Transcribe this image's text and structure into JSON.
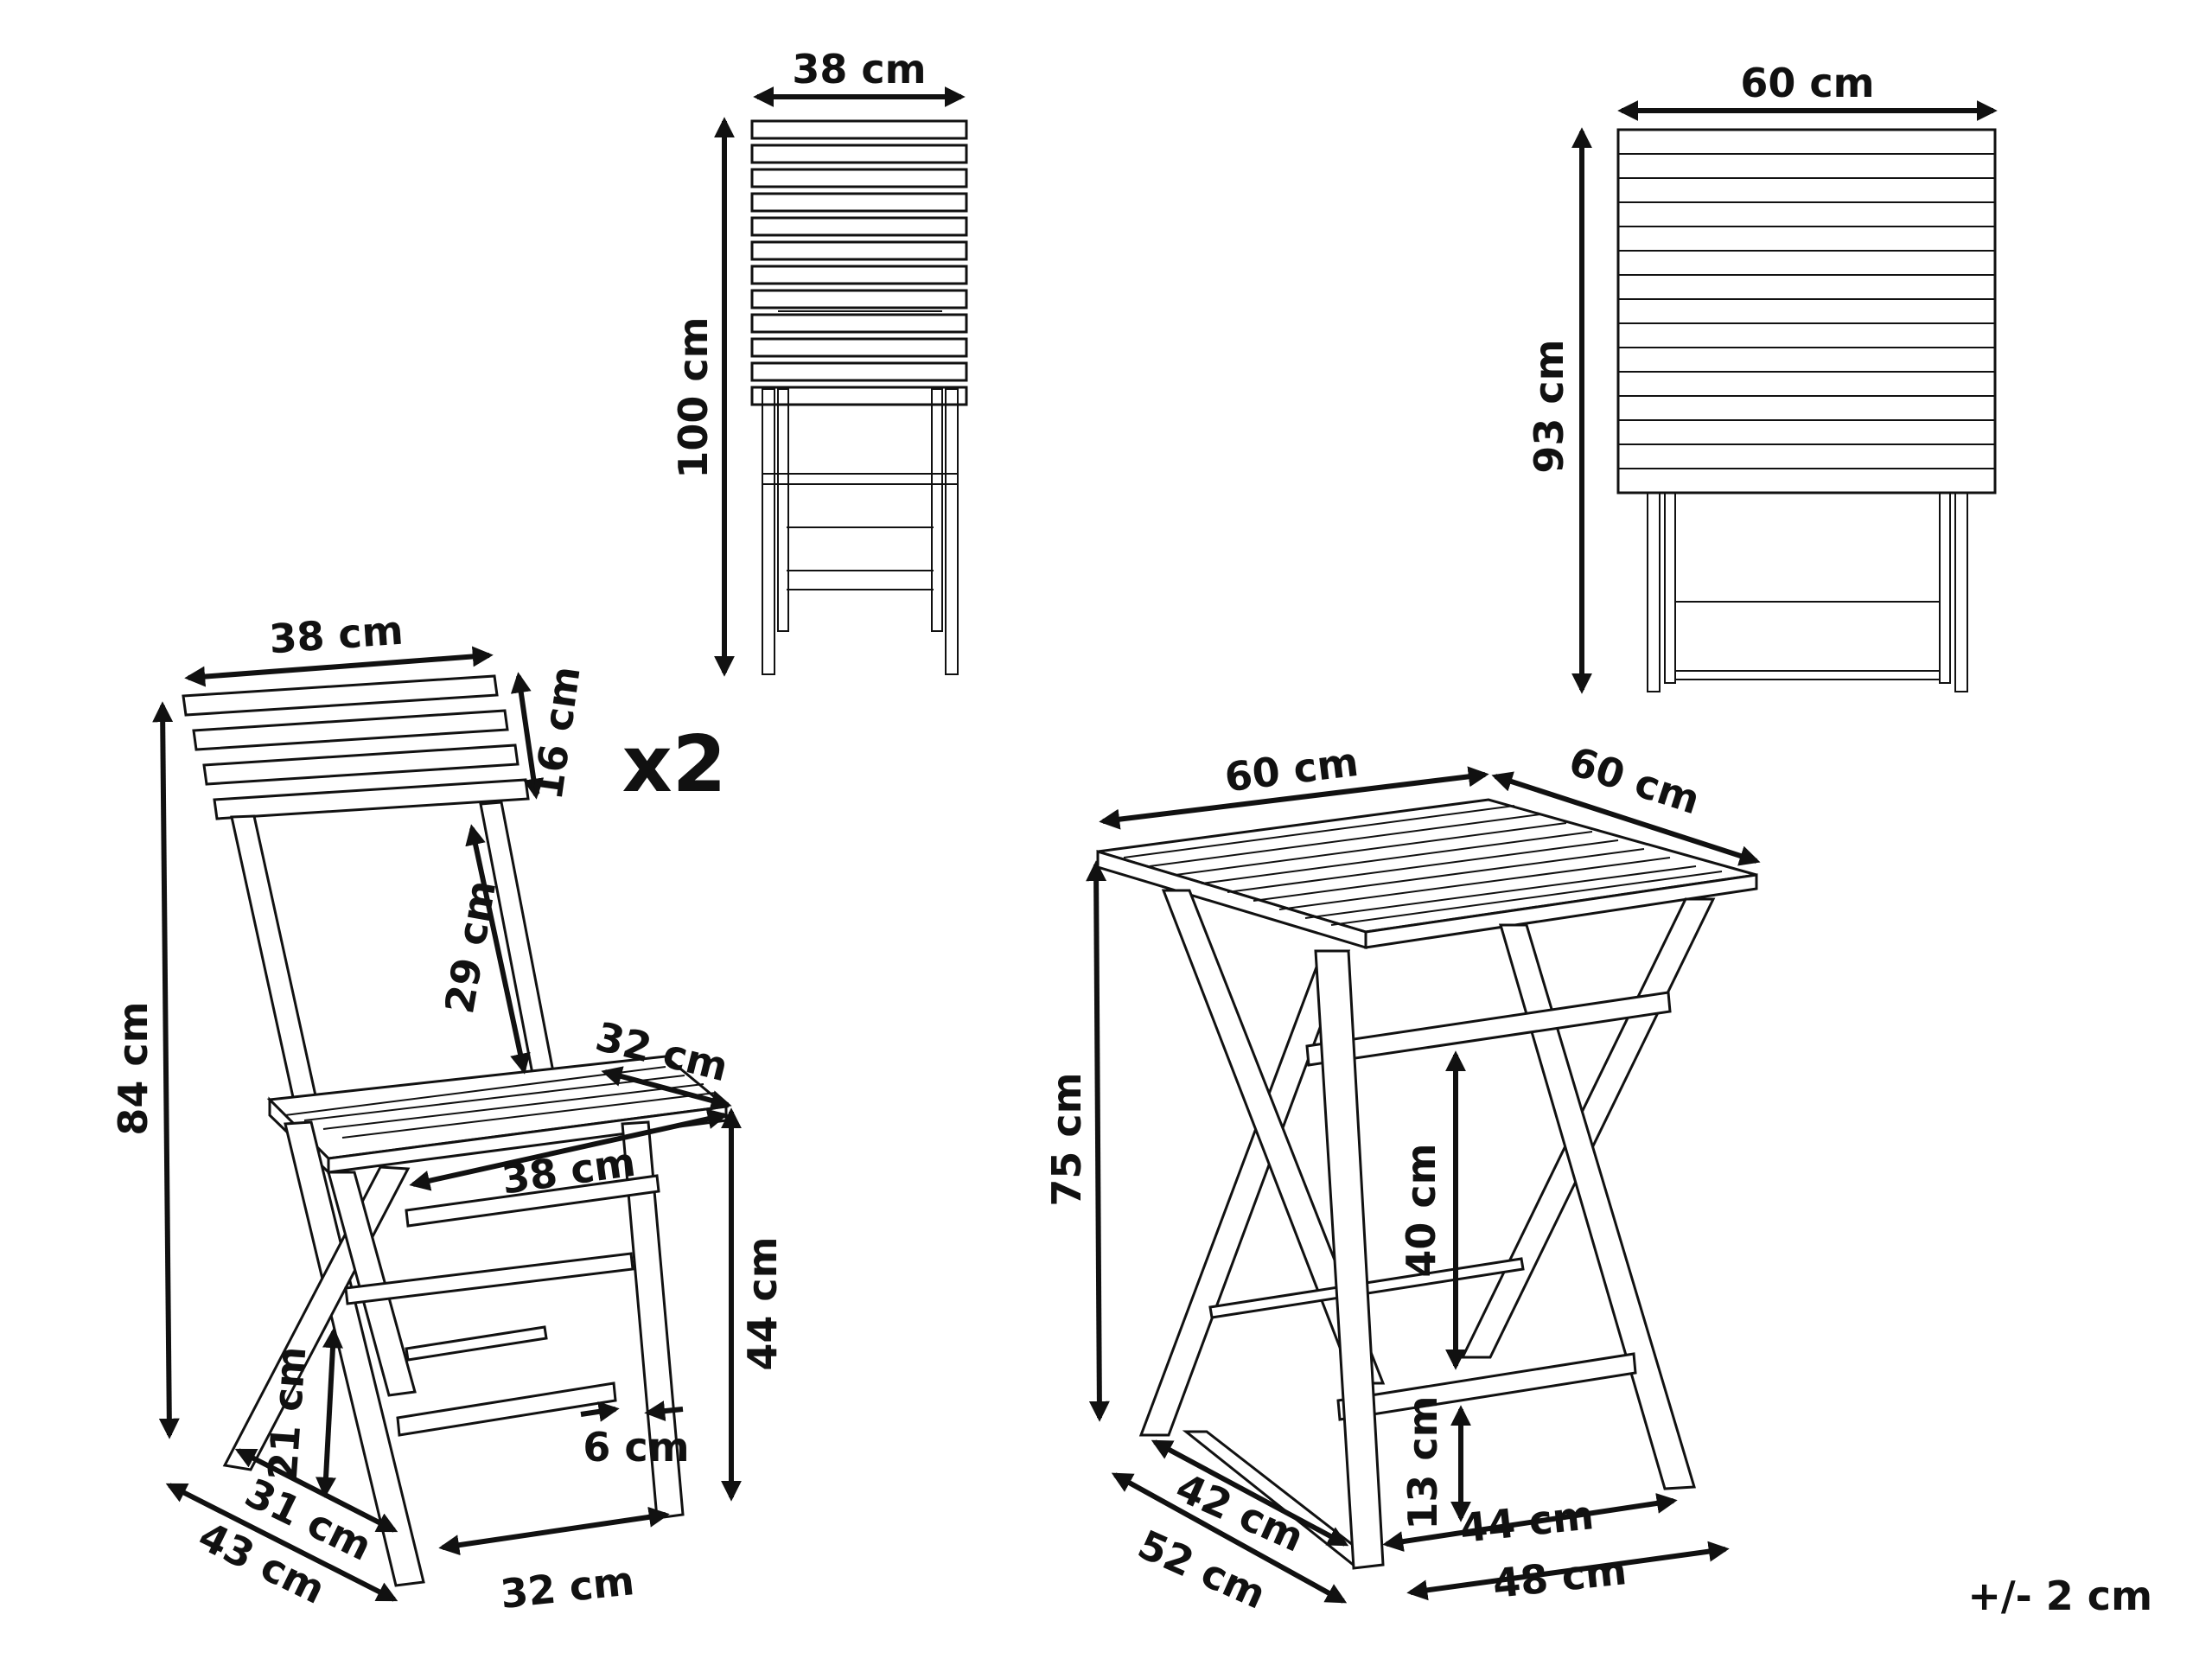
{
  "quantity_label": "x2",
  "tolerance_label": "+/- 2 cm",
  "folded_chair": {
    "width": "38 cm",
    "height": "100 cm"
  },
  "folded_table": {
    "width": "60 cm",
    "height": "93 cm"
  },
  "chair": {
    "backrest_width": "38 cm",
    "backrest_height": "16 cm",
    "total_height": "84 cm",
    "back_gap": "29 cm",
    "seat_depth": "32 cm",
    "seat_width": "38 cm",
    "seat_height": "44 cm",
    "lower_bar_height": "21 cm",
    "leg_thickness": "6 cm",
    "inner_depth": "31 cm",
    "overall_depth": "43 cm",
    "base_width": "32 cm"
  },
  "table": {
    "top_width": "60 cm",
    "top_depth": "60 cm",
    "height": "75 cm",
    "crossbar_clearance": "40 cm",
    "lower_bar_height": "13 cm",
    "inner_depth": "42 cm",
    "overall_depth": "52 cm",
    "inner_width": "44 cm",
    "overall_width": "48 cm"
  }
}
